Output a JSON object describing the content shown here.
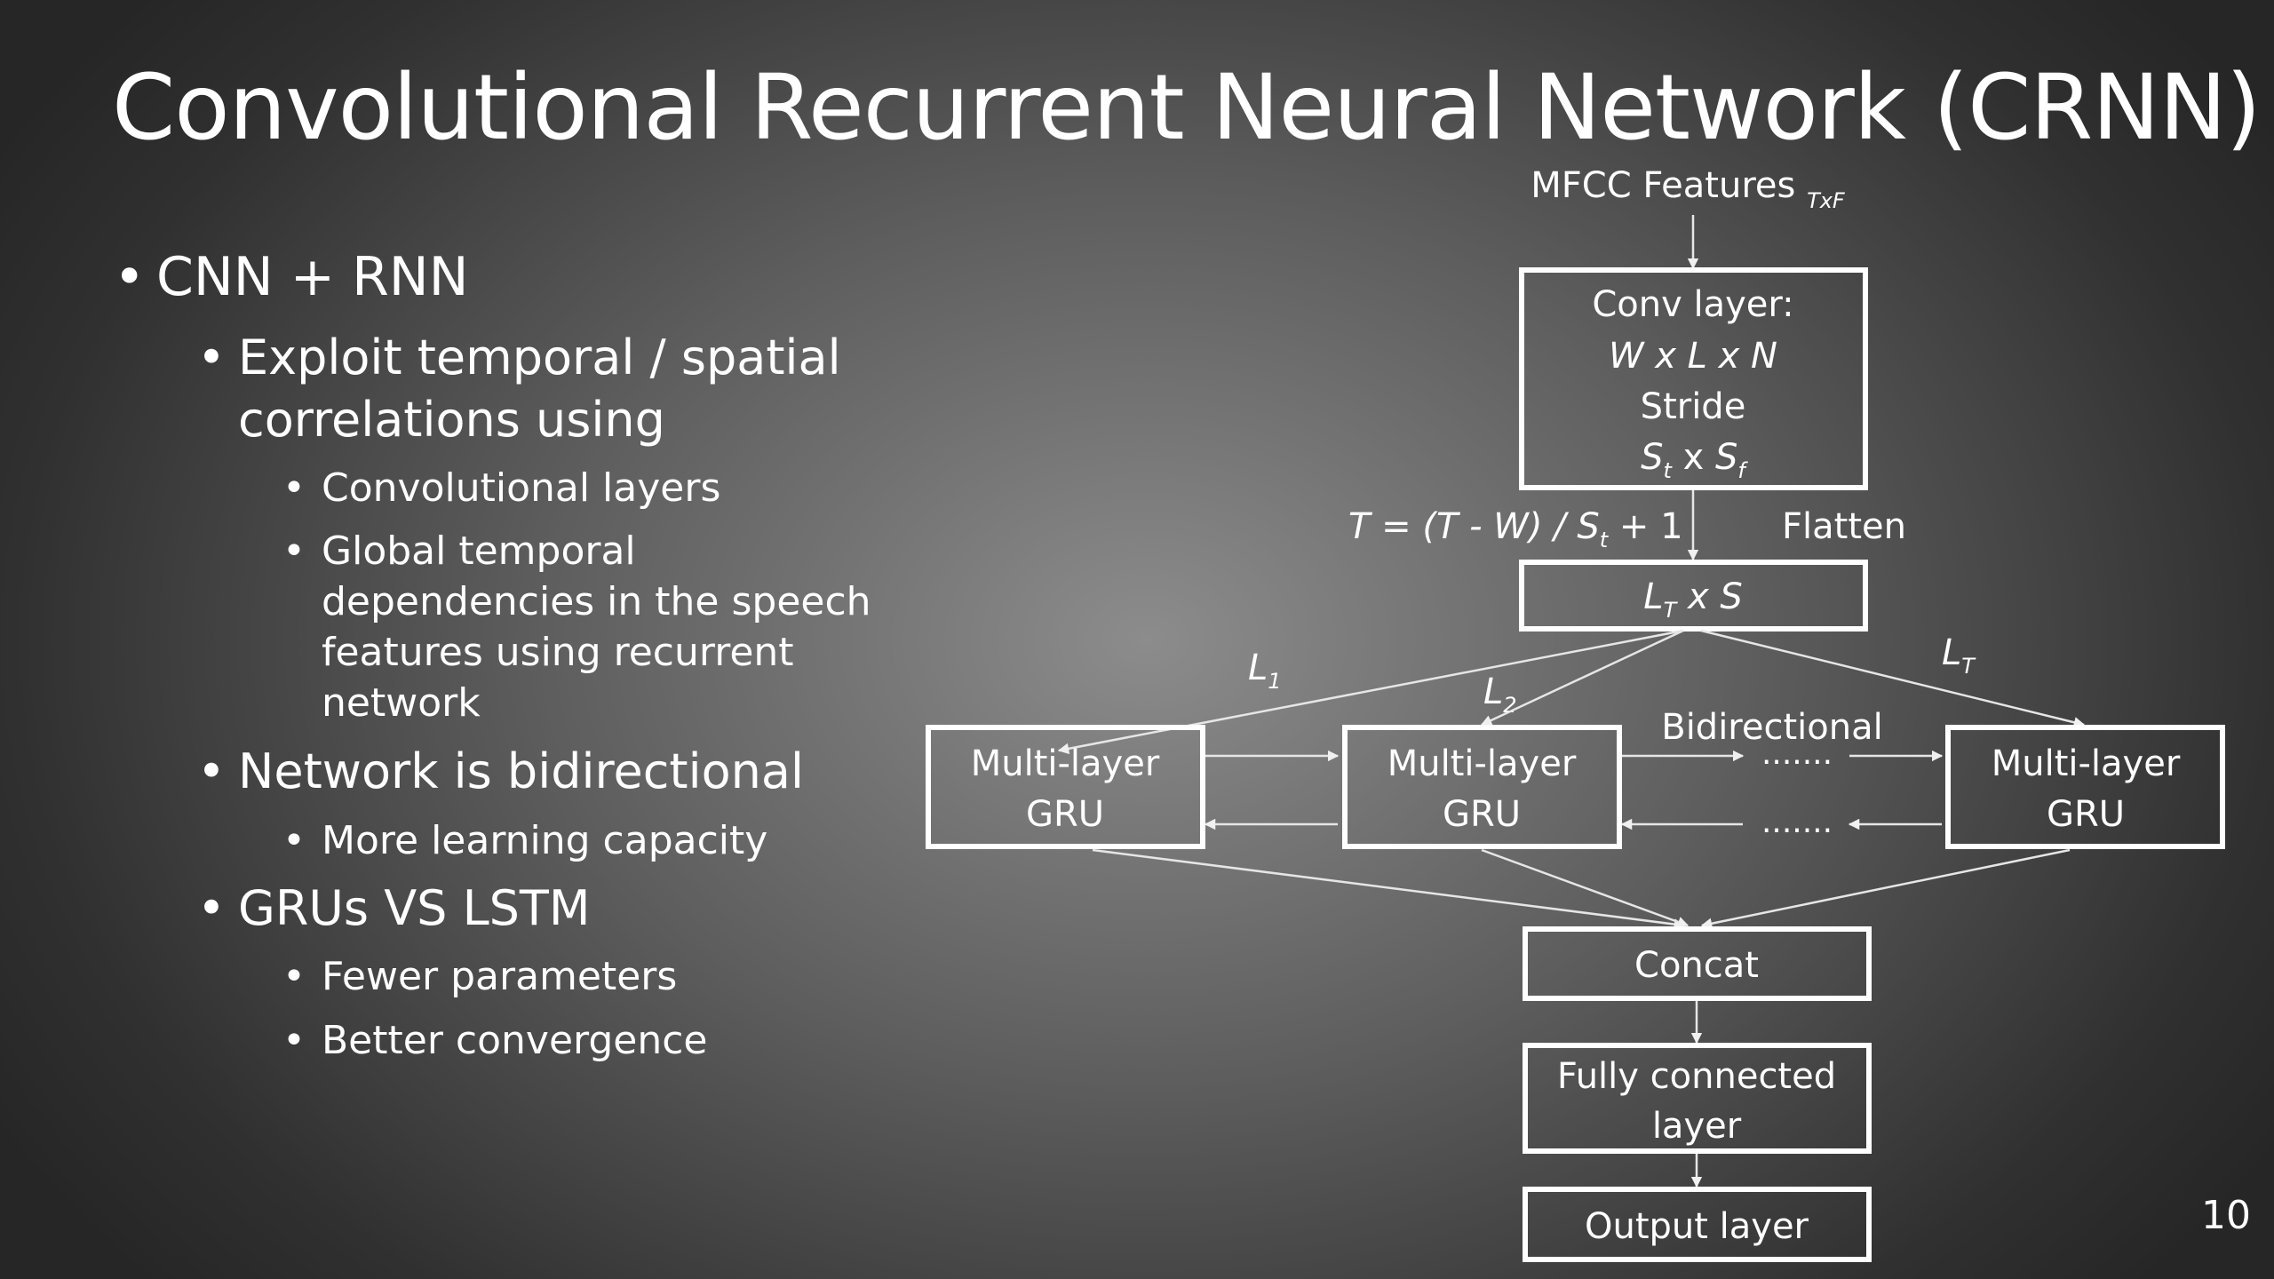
{
  "slide": {
    "title": "Convolutional Recurrent Neural Network (CRNN)",
    "page_number": "10"
  },
  "bullets": {
    "b1": "CNN + RNN",
    "b1_1": "Exploit temporal / spatial correlations using",
    "b1_1_1": "Convolutional layers",
    "b1_1_2": "Global temporal dependencies in the speech features using recurrent network",
    "b1_2": "Network is bidirectional",
    "b1_2_1": "More learning capacity",
    "b1_3": "GRUs VS LSTM",
    "b1_3_1": "Fewer parameters",
    "b1_3_2": "Better convergence"
  },
  "diagram": {
    "input_label": "MFCC Features",
    "input_sub": "TxF",
    "conv": {
      "line1": "Conv layer:",
      "line2": "W x L x N",
      "line3": "Stride",
      "s1": "S",
      "s1_sub": "t",
      "x": " x ",
      "s2": "S",
      "s2_sub": "f"
    },
    "formula": {
      "a": "T = (T - W) / S",
      "sub": "t",
      "b": " + 1"
    },
    "flatten_label": "Flatten",
    "flat_box": {
      "l": "L",
      "l_sub": "T",
      "rest": " x S"
    },
    "edge_labels": {
      "l1": "L",
      "l1_sub": "1",
      "l2": "L",
      "l2_sub": "2",
      "lt": "L",
      "lt_sub": "T"
    },
    "bidirectional_label": "Bidirectional",
    "dots": ".......",
    "gru": {
      "line1": "Multi-layer",
      "line2": "GRU"
    },
    "concat": "Concat",
    "fc": {
      "line1": "Fully connected",
      "line2": "layer"
    },
    "output": "Output layer"
  }
}
